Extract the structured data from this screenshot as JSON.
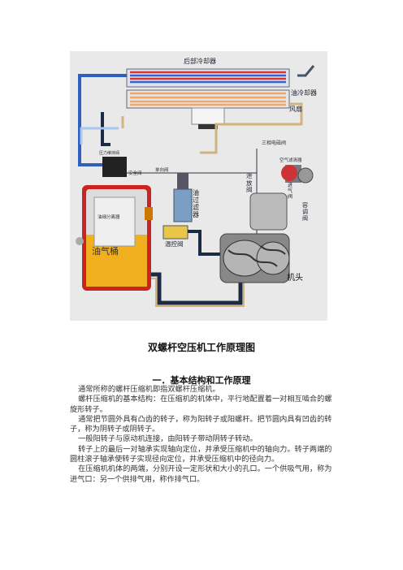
{
  "diagram": {
    "labels": {
      "after_cooler": "后部冷却器",
      "oil_cooler": "油冷却器",
      "fan": "风扇",
      "three_phase_valve": "三相电磁阀",
      "air_filter": "空气滤清器",
      "pressure_valve": "压力维持阀",
      "safety_valve": "安全阀",
      "check_valve": "单向阀",
      "oil_separator": "油细分离器",
      "oil_tank": "油气桶",
      "oil_filter": "油过滤器",
      "temp_control_valve": "温控阀",
      "vent_valve": "泄放阀",
      "intake_valve": "进气阀",
      "control_valve": "容调阀",
      "head": "机头"
    }
  },
  "document": {
    "title": "双螺杆空压机工作原理图",
    "section_heading": "一．基本结构和工作原理",
    "paragraphs": [
      "通常所称的螺杆压缩机即指双螺杆压缩机。",
      "螺杆压缩机的基本结构：在压缩机的机体中，平行地配置着一对相互啮合的螺旋形转子。",
      "通常把节圆外具有凸齿的转子，称为阳转子或阳螺杆。把节圆内具有凹齿的转子，称为阴转子或阴转子。",
      "一般阳转子与原动机连接，由阳转子带动阴转子转动。",
      "转子上的最后一对轴承实现轴向定位，并承受压缩机中的轴向力。转子两端的圆柱滚子轴承使转子实现径向定位，并承受压缩机中的径向力。",
      "在压缩机机体的两端，分别开设一定形状和大小的孔口。一个供吸气用，称为进气口：另一个供排气用，称作排气口。"
    ]
  }
}
